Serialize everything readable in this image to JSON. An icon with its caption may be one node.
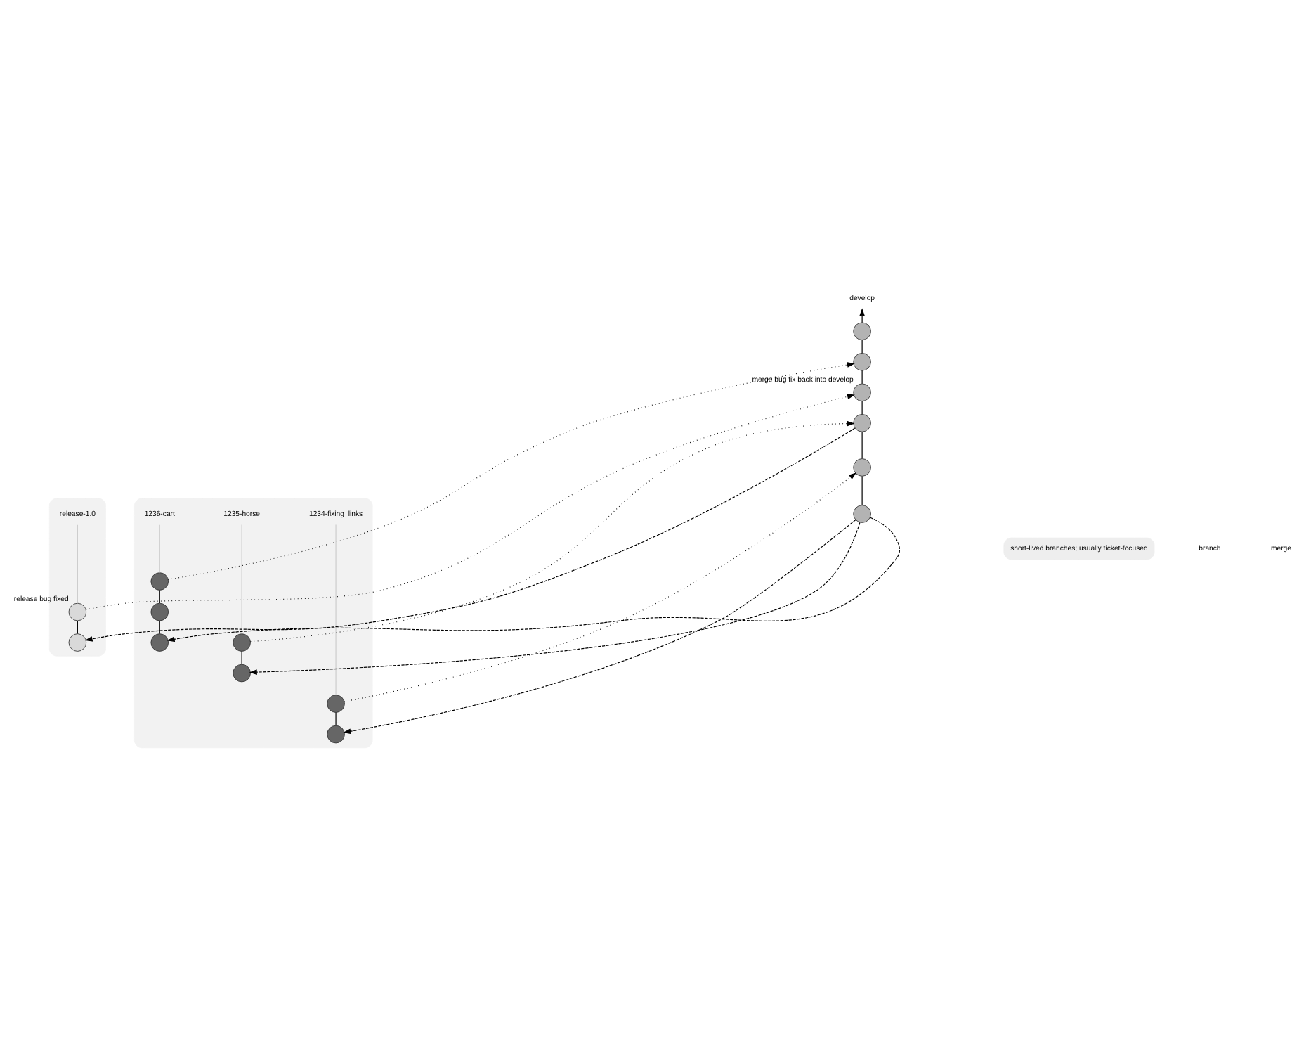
{
  "diagram": {
    "nodes": [
      {
        "text": [],
        "shape": "box"
      },
      {
        "text": [
          "release-1.0"
        ],
        "in": 0
      },
      {
        "text": [],
        "shape": "circle",
        "in": 0,
        "beside": [
          "release bug fixed"
        ]
      },
      {
        "text": [],
        "shape": "circle",
        "in": 0
      },
      {
        "text": [
          "develop"
        ]
      },
      {
        "text": [],
        "shape": "box"
      },
      {
        "text": [
          "1234-fixing_links"
        ],
        "in": 5
      },
      {
        "text": [
          "1235-horse"
        ],
        "in": 5
      },
      {
        "text": [
          "1236-cart"
        ],
        "in": 5
      },
      {
        "text": [],
        "shape": "circle"
      },
      {
        "text": [],
        "shape": "circle"
      },
      {
        "text": [],
        "shape": "circle",
        "beside": [
          "merge bug fix back into develop"
        ]
      },
      {
        "text": [],
        "shape": "circle"
      },
      {
        "text": [],
        "shape": "circle"
      },
      {
        "text": [],
        "shape": "circle"
      },
      {
        "text": [],
        "shape": "circle",
        "in": 5
      },
      {
        "text": [],
        "shape": "circle",
        "in": 5
      },
      {
        "text": [],
        "shape": "circle",
        "in": 5
      },
      {
        "text": [],
        "shape": "circle",
        "in": 5
      },
      {
        "text": [],
        "shape": "circle",
        "in": 5
      },
      {
        "text": [],
        "shape": "circle",
        "in": 5
      },
      {
        "text": [],
        "shape": "circle",
        "in": 5
      },
      {
        "text": [
          "short-lived branches; usually ticket-focused"
        ]
      }
    ],
    "edges": [
      {
        "from": 9,
        "to": 4,
        "arrow": "to"
      },
      {
        "from": 9,
        "to": 10,
        "arrow": "none"
      },
      {
        "from": 10,
        "to": 11,
        "arrow": "none"
      },
      {
        "from": 11,
        "to": 12,
        "arrow": "none"
      },
      {
        "from": 12,
        "to": 13,
        "arrow": "none"
      },
      {
        "from": 13,
        "to": 14,
        "arrow": "none"
      },
      {
        "from": 1,
        "to": 2,
        "arrow": "none",
        "color": "#cccccc"
      },
      {
        "from": 2,
        "to": 3,
        "arrow": "none"
      },
      {
        "from": 6,
        "to": 15,
        "arrow": "none",
        "color": "#cccccc"
      },
      {
        "from": 15,
        "to": 16,
        "arrow": "none"
      },
      {
        "from": 7,
        "to": 17,
        "arrow": "none",
        "color": "#cccccc"
      },
      {
        "from": 17,
        "to": 18,
        "arrow": "none"
      },
      {
        "from": 8,
        "to": 19,
        "arrow": "none",
        "color": "#cccccc"
      },
      {
        "from": 19,
        "to": 20,
        "arrow": "none"
      },
      {
        "from": 20,
        "to": 21,
        "arrow": "none"
      },
      {
        "from": 19,
        "to": 10,
        "arrow": "to",
        "style": "dashed"
      },
      {
        "from": 2,
        "to": 11,
        "arrow": "to",
        "style": "dashed"
      },
      {
        "from": 17,
        "to": 12,
        "arrow": "to",
        "style": "dashed"
      },
      {
        "from": 15,
        "to": 13,
        "arrow": "to",
        "style": "dashed"
      },
      {
        "from": 12,
        "to": 3,
        "arrow": "to",
        "style": "dashed"
      },
      {
        "from": 14,
        "to": 16,
        "arrow": "to",
        "style": "dashed"
      },
      {
        "from": 14,
        "to": 18,
        "arrow": "to",
        "style": "dashed"
      },
      {
        "from": 14,
        "to": 21,
        "arrow": "to",
        "style": "dashed"
      }
    ],
    "legend": [
      {
        "text": "branch"
      },
      {
        "text": "merge"
      }
    ]
  }
}
